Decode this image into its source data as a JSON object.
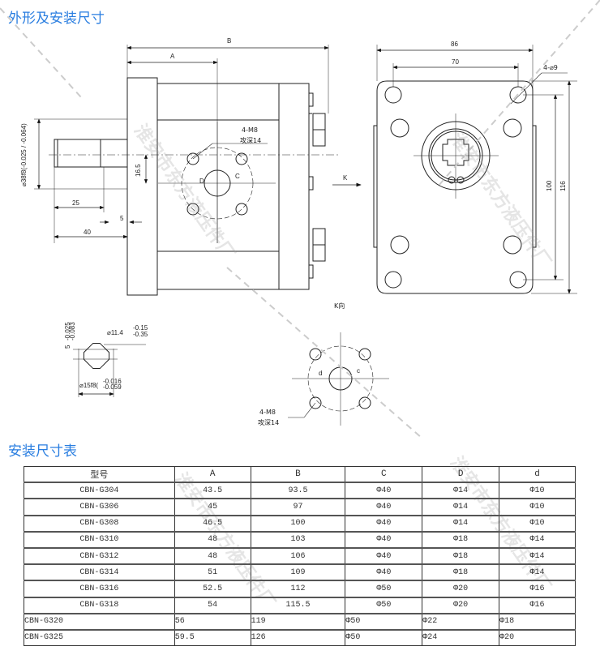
{
  "headings": {
    "outline": "外形及安装尺寸",
    "table": "安装尺寸表"
  },
  "drawing": {
    "dims": {
      "B": "B",
      "A": "A",
      "d86": "86",
      "d70": "70",
      "holes": "4-⌀9",
      "d100": "100",
      "d116": "116",
      "shaft_dia": "⌀38f8(-0.025 / -0.064)",
      "d16_5": "16.5",
      "d25": "25",
      "d5": "5",
      "d40": "40",
      "thread": "4-M8",
      "tap_depth": "攻深14",
      "C": "C",
      "D": "D",
      "K": "K",
      "K_view": "K向",
      "spline_inner": "⌀11.4",
      "spline_inner_tol_up": "-0.15",
      "spline_inner_tol_low": "-0.35",
      "spline_outer": "⌀15f8(",
      "spline_outer_tol_up": "-0.016",
      "spline_outer_tol_low": "-0.059",
      "key_width": "5",
      "key_tol_up": "-0.025",
      "key_tol_low": "-0.083",
      "c_small": "c",
      "d_small": "d",
      "thread2": "4-M8",
      "tap_depth2": "攻深14"
    },
    "watermark": "淮安市东方液压件厂"
  },
  "table": {
    "headers": [
      "型号",
      "A",
      "B",
      "C",
      "D",
      "d"
    ],
    "rows": [
      [
        "CBN-G304",
        "43.5",
        "93.5",
        "Φ40",
        "Φ14",
        "Φ10"
      ],
      [
        "CBN-G306",
        "45",
        "97",
        "Φ40",
        "Φ14",
        "Φ10"
      ],
      [
        "CBN-G308",
        "46.5",
        "100",
        "Φ40",
        "Φ14",
        "Φ10"
      ],
      [
        "CBN-G310",
        "48",
        "103",
        "Φ40",
        "Φ18",
        "Φ14"
      ],
      [
        "CBN-G312",
        "48",
        "106",
        "Φ40",
        "Φ18",
        "Φ14"
      ],
      [
        "CBN-G314",
        "51",
        "109",
        "Φ40",
        "Φ18",
        "Φ14"
      ],
      [
        "CBN-G316",
        "52.5",
        "112",
        "Φ50",
        "Φ20",
        "Φ16"
      ],
      [
        "CBN-G318",
        "54",
        "115.5",
        "Φ50",
        "Φ20",
        "Φ16"
      ],
      [
        "CBN-G320",
        "56",
        "119",
        "Φ50",
        "Φ22",
        "Φ18"
      ],
      [
        "CBN-G325",
        "59.5",
        "126",
        "Φ50",
        "Φ24",
        "Φ20"
      ]
    ]
  }
}
